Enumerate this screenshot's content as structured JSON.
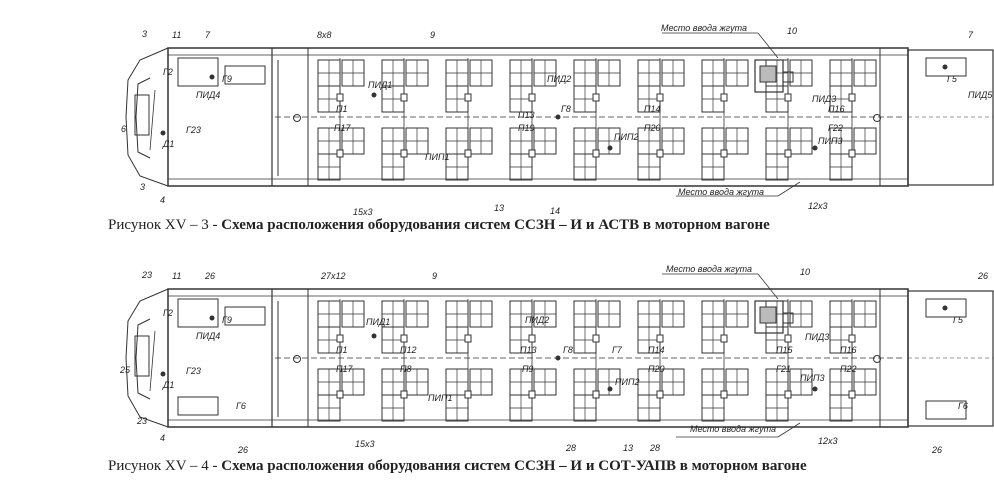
{
  "figure1": {
    "caption_prefix": "Рисунок  XV – 3  -",
    "caption_title": "Схема расположения оборудования систем  ССЗН – И  и  АСТВ в моторном вагоне",
    "labels": {
      "n3a": "3",
      "n11": "11",
      "n7a": "7",
      "n8x8": "8x8",
      "n9": "9",
      "n10": "10",
      "n7b": "7",
      "g2": "Г2",
      "pid4": "ПИД4",
      "g9": "Г9",
      "g5": "Г5",
      "pid5": "ПИД5",
      "pid1": "ПИД1",
      "pid2": "ПИД2",
      "pid3": "ПИД3",
      "p1": "П1",
      "p13": "П13",
      "g8": "Г8",
      "p14": "П14",
      "p16": "П16",
      "p17": "П17",
      "p19": "П19",
      "p20": "П20",
      "g22": "Г22",
      "pip1": "ПИП1",
      "pip2": "ПИП2",
      "pip3": "ПИП3",
      "n6": "6",
      "g23": "Г23",
      "d1": "Д1",
      "n3b": "3",
      "n4": "4",
      "n15x3": "15x3",
      "n13": "13",
      "n14": "14",
      "n12x3": "12x3",
      "entry_top": "Место ввода жгута",
      "entry_bottom": "Место ввода жгута"
    }
  },
  "figure2": {
    "caption_prefix": "Рисунок  XV – 4  -",
    "caption_title": "Схема расположения оборудования систем  ССЗН – И  и  СОТ-УАПВ в моторном вагоне",
    "labels": {
      "n23a": "23",
      "n11": "11",
      "n26a": "26",
      "n27x12": "27x12",
      "n9": "9",
      "n10": "10",
      "n26b": "26",
      "g2": "Г2",
      "pid4": "ПИД4",
      "g9": "Г9",
      "g5": "Г5",
      "pid1": "ПИД1",
      "pid2": "ПИД2",
      "pid3": "ПИД3",
      "p1": "П1",
      "p12": "П12",
      "p13": "П13",
      "g8": "Г8",
      "g7": "Г7",
      "p14": "П14",
      "p15": "П15",
      "p16": "П16",
      "p17": "П17",
      "p18": "П8",
      "p19": "П9",
      "p20": "П20",
      "p21": "Г21",
      "p22": "П22",
      "pip1": "ПИП1",
      "pip2": "ПИП2",
      "pip3": "ПИП3",
      "n25": "25",
      "g23": "Г23",
      "d1": "Д1",
      "n23b": "23",
      "n4": "4",
      "g6a": "Г6",
      "g6b": "Г6",
      "n26c": "26",
      "n26d": "26",
      "n15x3": "15x3",
      "n28a": "28",
      "n13": "13",
      "n28b": "28",
      "n12x3": "12x3",
      "entry_top": "Место ввода жгута",
      "entry_bottom": "Место ввода жгута"
    }
  }
}
